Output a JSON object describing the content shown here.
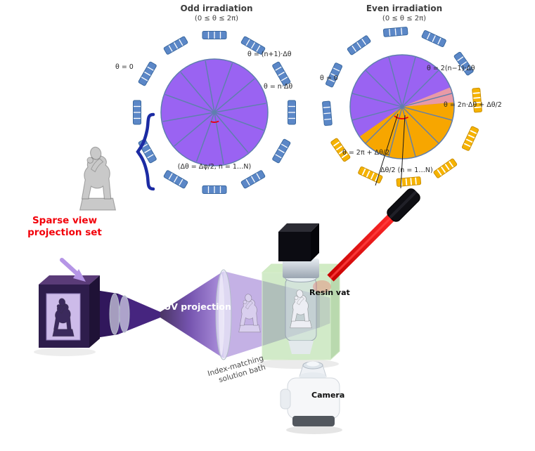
{
  "colors": {
    "purple_circle": "#9a63f2",
    "spoke": "#5f7fae",
    "blue_bar": "#5b87c7",
    "yellow_bar": "#f6b300",
    "accent_red": "#e8000d",
    "brace_blue": "#1c2ba3",
    "sparse_red": "#f2000a"
  },
  "odd": {
    "title": "Odd irradiation",
    "subtitle": "(0 ≤ θ ≤ 2π)",
    "label_theta0": "θ = 0",
    "label_next": "θ = (n+1)·Δθ",
    "label_n": "θ = n·Δθ",
    "label_bottom": "(Δθ = Δφ/2, n = 1…N)",
    "spoke_angles": [
      10,
      40,
      70,
      100,
      130,
      160,
      190,
      220,
      250,
      280,
      310,
      340
    ],
    "bar_angles": [
      0,
      30,
      60,
      90,
      120,
      150,
      180,
      210,
      240,
      270,
      300,
      330
    ],
    "bar_segments": 4
  },
  "even": {
    "title": "Even irradiation",
    "subtitle": "(0 ≤ θ ≤ 2π)",
    "label_theta0": "θ = 0",
    "label_tr": "θ = 2(n−1)·Δθ",
    "label_r": "θ = 2n·Δθ + Δθ/2",
    "label_bl": "θ = 2π + Δθ/2",
    "label_bottom": "Δθ/2 (n = 1…N)",
    "spoke_angles": [
      15,
      45,
      75,
      105,
      135,
      165,
      195,
      225,
      255,
      285,
      315,
      345
    ],
    "sectors": [
      {
        "from": -145,
        "to": 5,
        "color": "#f7a600"
      },
      {
        "from": 5,
        "to": 22,
        "color": "#e89aa6"
      }
    ],
    "blue_bar_angles": [
      35,
      65,
      95,
      125,
      155,
      185
    ],
    "yellow_bar_angles": [
      215,
      245,
      275,
      305,
      335,
      5
    ],
    "bar_segments_blue": 4,
    "bar_segments_yellow": 5
  },
  "sparse_label": {
    "line1": "Sparse view",
    "line2": "projection set"
  },
  "setup": {
    "uv_projection": "UV projection",
    "resin_vat": "Resin vat",
    "camera": "Camera",
    "bath_line1": "Index-matching",
    "bath_line2": "solution bath"
  }
}
